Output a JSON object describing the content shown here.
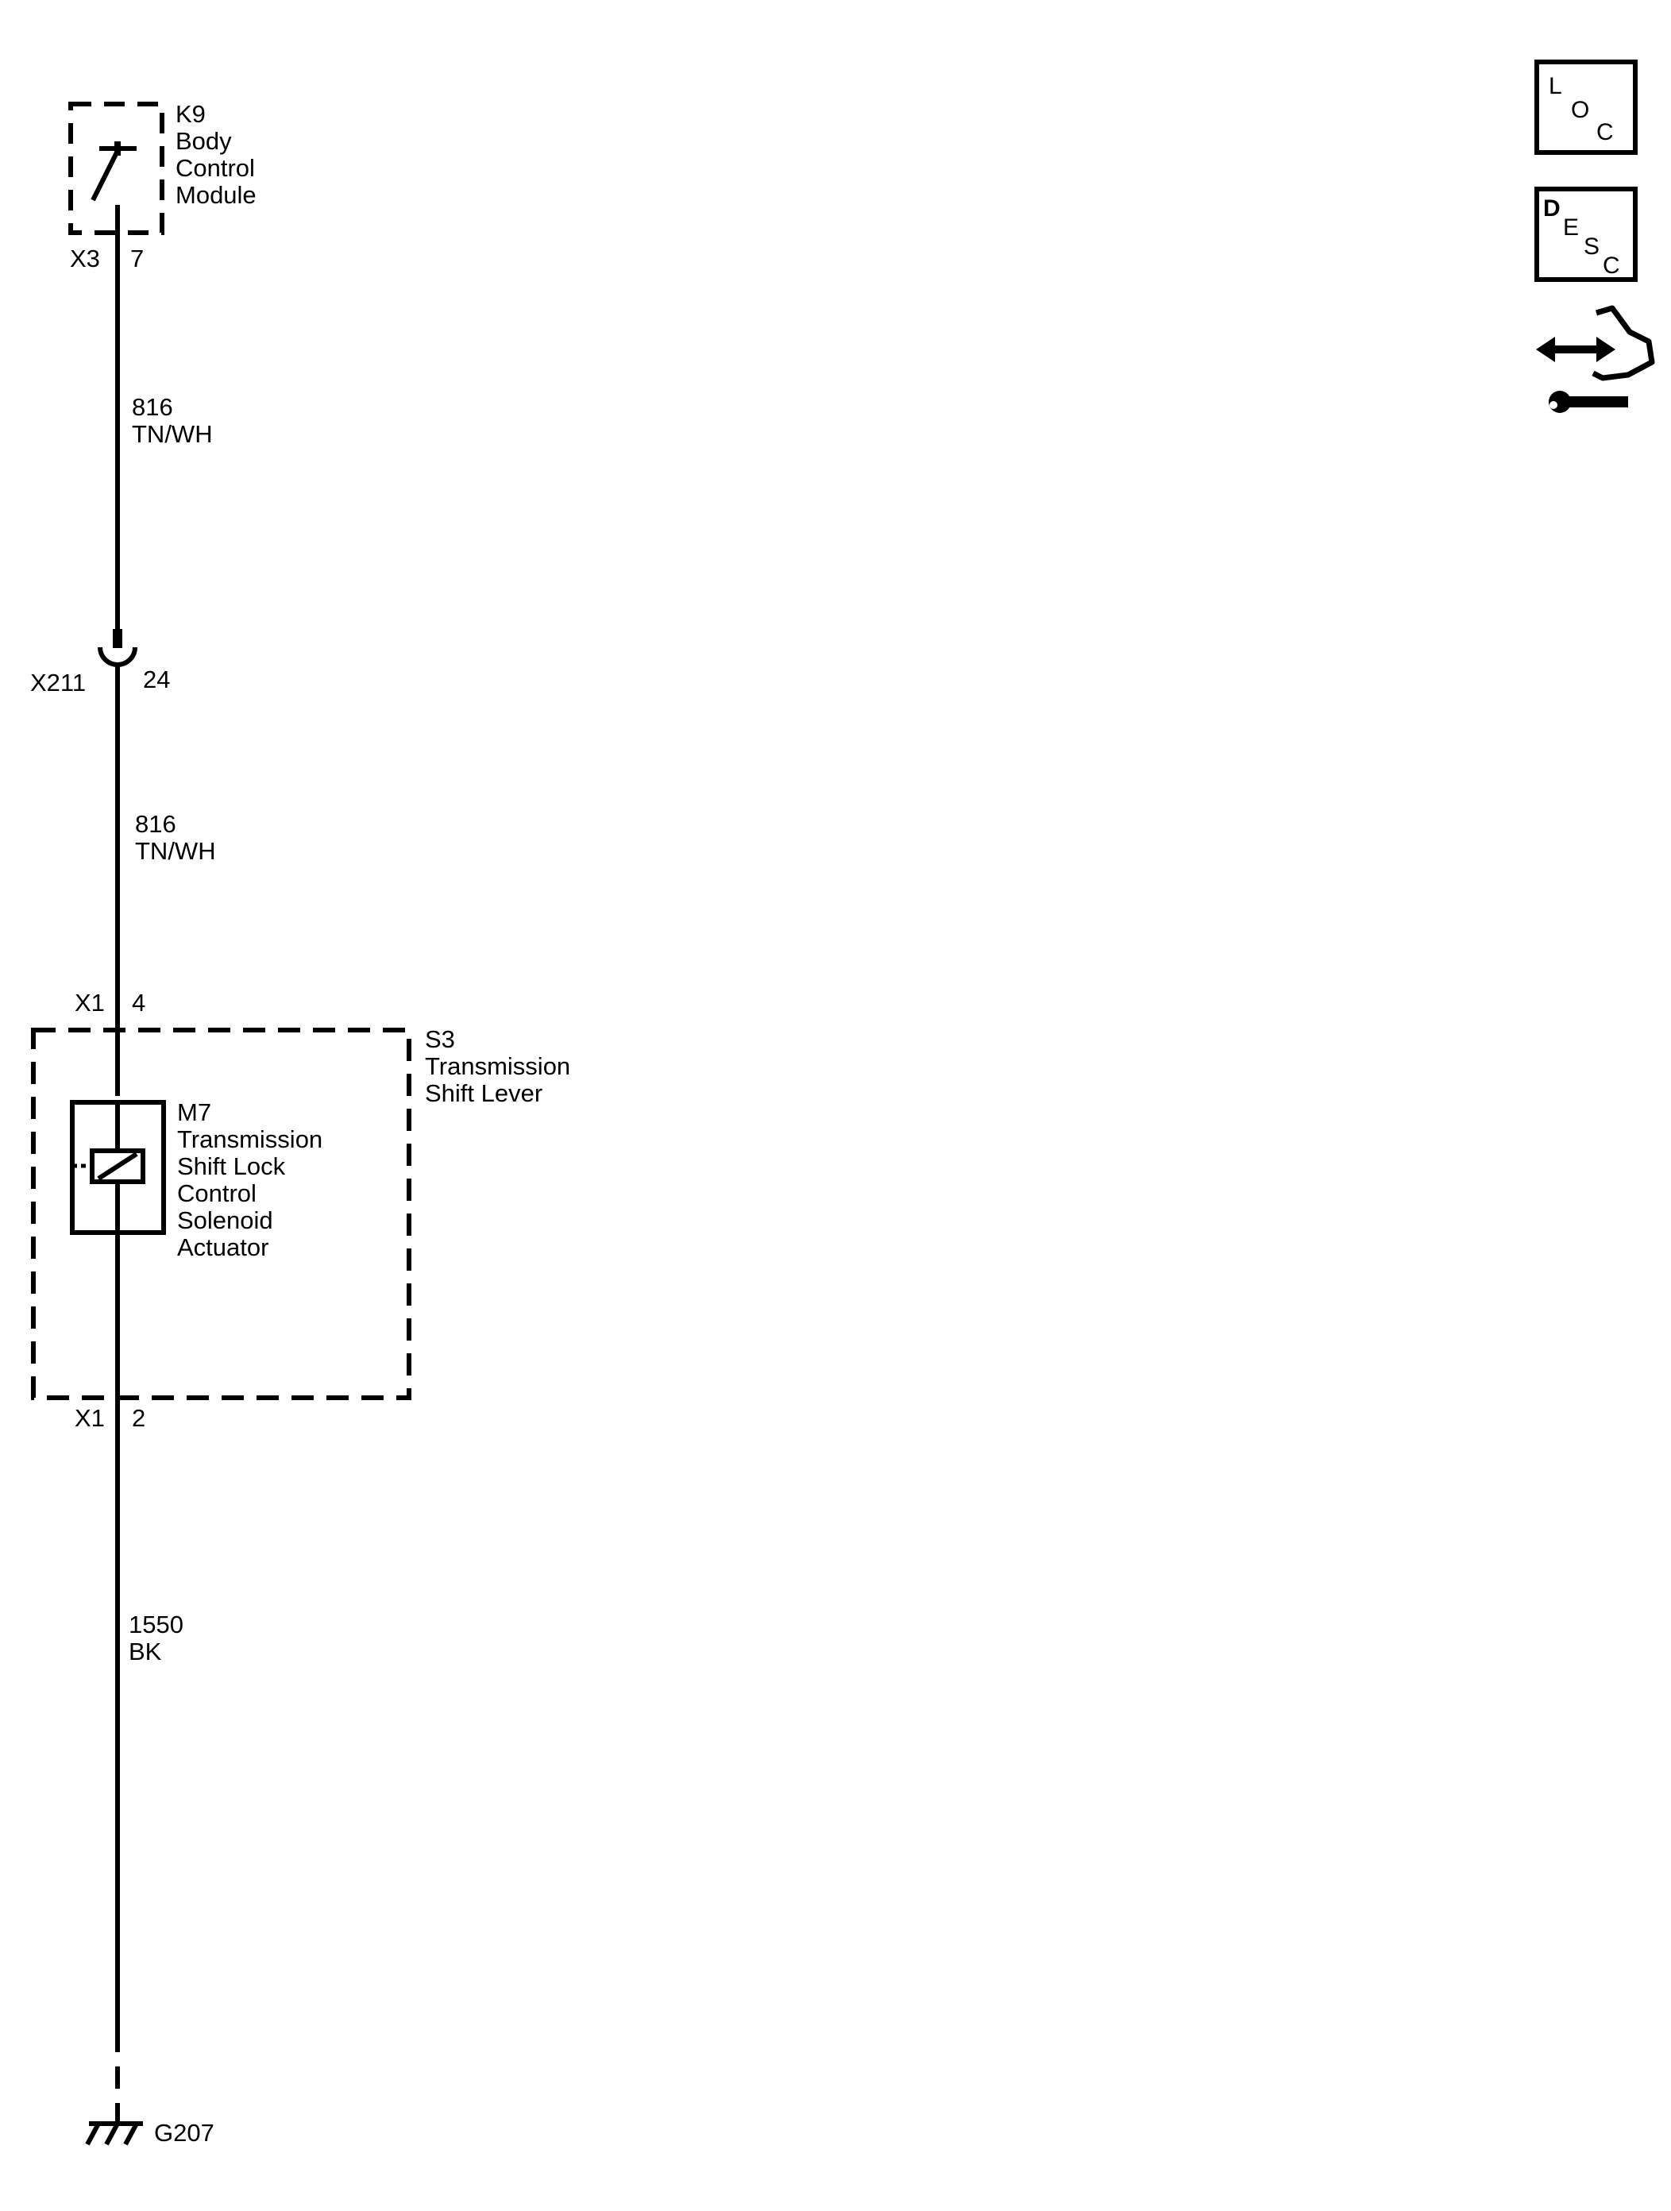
{
  "k9": {
    "ref": "K9",
    "name_lines": [
      "Body",
      "Control",
      "Module"
    ],
    "connector": "X3",
    "pin": "7"
  },
  "wire_1": {
    "circuit": "816",
    "color": "TN/WH"
  },
  "x211": {
    "connector": "X211",
    "pin": "24"
  },
  "wire_2": {
    "circuit": "816",
    "color": "TN/WH"
  },
  "s3": {
    "ref": "S3",
    "name_lines": [
      "Transmission",
      "Shift Lever"
    ],
    "top_connector": "X1",
    "top_pin": "4",
    "bottom_connector": "X1",
    "bottom_pin": "2"
  },
  "m7": {
    "ref": "M7",
    "name_lines": [
      "Transmission",
      "Shift Lock",
      "Control",
      "Solenoid",
      "Actuator"
    ]
  },
  "wire_3": {
    "circuit": "1550",
    "color": "BK"
  },
  "ground": {
    "ref": "G207"
  },
  "icons": {
    "loc": {
      "letters": [
        "L",
        "O",
        "C"
      ],
      "name": "loc-icon"
    },
    "desc": {
      "letters": [
        "D",
        "E",
        "S",
        "C"
      ],
      "name": "desc-icon"
    },
    "service": {
      "name": "connector-service-icon"
    }
  },
  "colors": {
    "ink": "#000000",
    "background": "#ffffff"
  }
}
